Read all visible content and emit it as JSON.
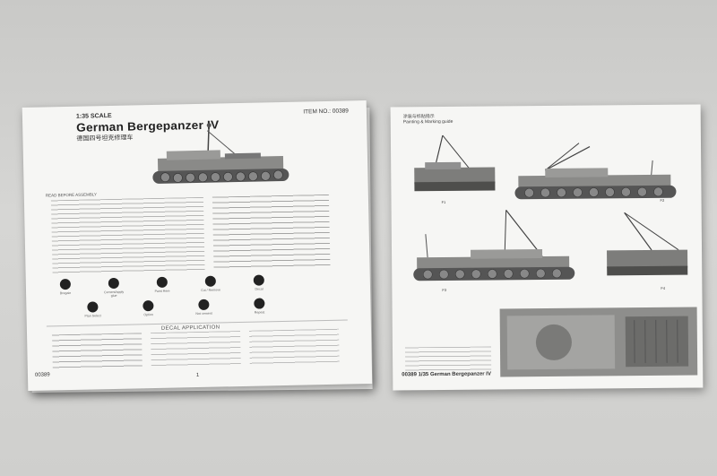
{
  "left_sheet": {
    "scale": "1:35 SCALE",
    "title": "German Bergepanzer IV",
    "title_cn": "德国四号坦克修理车",
    "item_no": "ITEM NO.: 00389",
    "before_assembly": "READ BEFORE ASSEMBLY",
    "icons": [
      {
        "name": "Bregain",
        "icon": "scissors-icon"
      },
      {
        "name": "Cement/apply glue",
        "icon": "glue-icon"
      },
      {
        "name": "Paint Here",
        "icon": "brush-icon"
      },
      {
        "name": "Cut / Remove",
        "icon": "cut-icon"
      },
      {
        "name": "Decal",
        "icon": "decal-icon"
      },
      {
        "name": "Plan Select",
        "icon": "plan-icon"
      },
      {
        "name": "Option",
        "icon": "question-icon"
      },
      {
        "name": "Not cement",
        "icon": "no-glue-icon"
      },
      {
        "name": "Repeat",
        "icon": "repeat-icon"
      }
    ],
    "decal_heading": "DECAL APPLICATION",
    "page_number": "1",
    "footer_code": "00389"
  },
  "right_sheet": {
    "header_cn": "涂装与标贴指示",
    "header_en": "Painting & Marking guide",
    "footer": "00389 1/35 German Bergepanzer IV",
    "tags": [
      "F1",
      "F2",
      "F3",
      "F4"
    ]
  }
}
